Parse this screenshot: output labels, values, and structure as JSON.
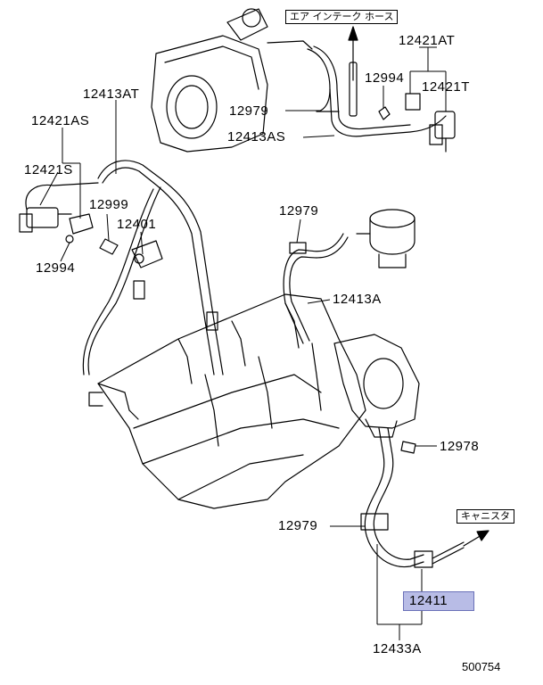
{
  "callouts": [
    {
      "id": "12413AT-top",
      "text": "12413AT"
    },
    {
      "id": "12421AS",
      "text": "12421AS"
    },
    {
      "id": "12421S",
      "text": "12421S"
    },
    {
      "id": "12999",
      "text": "12999"
    },
    {
      "id": "12401",
      "text": "12401"
    },
    {
      "id": "12994-left",
      "text": "12994"
    },
    {
      "id": "12979-top",
      "text": "12979"
    },
    {
      "id": "12413AS",
      "text": "12413AS"
    },
    {
      "id": "12421AT",
      "text": "12421AT"
    },
    {
      "id": "12994-right",
      "text": "12994"
    },
    {
      "id": "12421T",
      "text": "12421T"
    },
    {
      "id": "12979-mid",
      "text": "12979"
    },
    {
      "id": "12413A",
      "text": "12413A"
    },
    {
      "id": "12978",
      "text": "12978"
    },
    {
      "id": "12979-low",
      "text": "12979"
    },
    {
      "id": "12411",
      "text": "12411"
    },
    {
      "id": "12433A",
      "text": "12433A"
    }
  ],
  "notes": {
    "air_intake_hose": "エア インテーク ホース",
    "canister": "キャニスタ"
  },
  "diagram_code": "500754",
  "highlight_color": "#b8bce6"
}
